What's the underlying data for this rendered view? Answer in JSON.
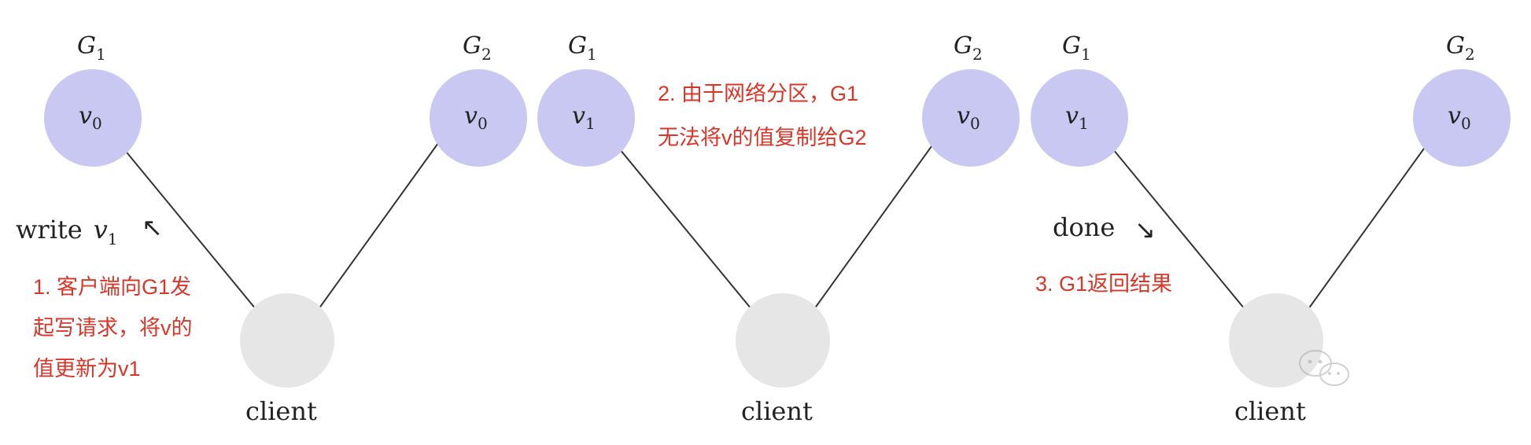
{
  "colors": {
    "server_fill": "#c8c8f2",
    "client_fill": "#e6e6e6",
    "line": "#333333",
    "annotation": "#d9362a"
  },
  "panels": [
    {
      "g1": {
        "name": "G",
        "sub": "1",
        "value": "v",
        "value_sub": "0"
      },
      "g2": {
        "name": "G",
        "sub": "2",
        "value": "v",
        "value_sub": "0"
      },
      "client": "client",
      "message": {
        "text": "write",
        "var": "v",
        "var_sub": "1",
        "arrow": "↖"
      },
      "note": [
        "1. 客户端向G1发",
        "起写请求，将v的",
        "值更新为v1"
      ]
    },
    {
      "g1": {
        "name": "G",
        "sub": "1",
        "value": "v",
        "value_sub": "1"
      },
      "g2": {
        "name": "G",
        "sub": "2",
        "value": "v",
        "value_sub": "0"
      },
      "client": "client",
      "note": [
        "2. 由于网络分区，G1",
        "无法将v的值复制给G2"
      ]
    },
    {
      "g1": {
        "name": "G",
        "sub": "1",
        "value": "v",
        "value_sub": "1"
      },
      "g2": {
        "name": "G",
        "sub": "2",
        "value": "v",
        "value_sub": "0"
      },
      "client": "client",
      "message": {
        "text": "done",
        "arrow": "↘"
      },
      "note": [
        "3. G1返回结果"
      ]
    }
  ]
}
